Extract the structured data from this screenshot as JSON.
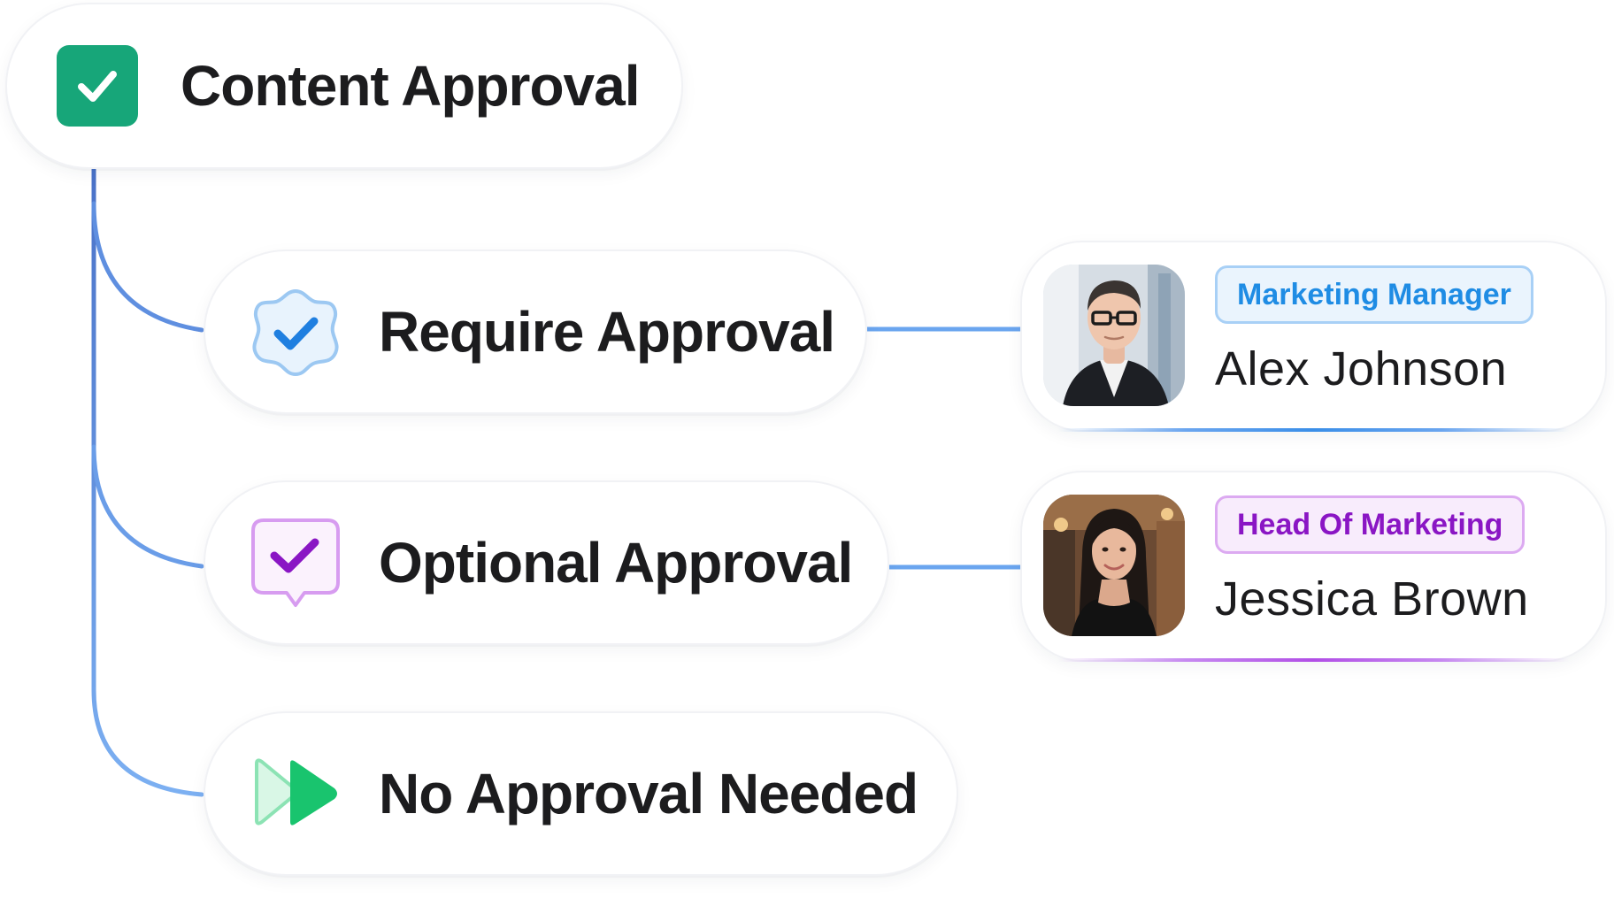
{
  "root": {
    "title": "Content Approval",
    "icon": "checkbox-checked-icon",
    "color": "#17a679"
  },
  "options": [
    {
      "label": "Require Approval",
      "icon": "verified-badge-icon",
      "color": "#1f7fe0"
    },
    {
      "label": "Optional Approval",
      "icon": "chat-check-icon",
      "color": "#8a16c4"
    },
    {
      "label": "No Approval Needed",
      "icon": "fast-forward-icon",
      "color": "#19c46e"
    }
  ],
  "approvers": [
    {
      "role": "Marketing Manager",
      "name": "Alex Johnson",
      "accent": "#1f8ce4"
    },
    {
      "role": "Head Of Marketing",
      "name": "Jessica Brown",
      "accent": "#8a16c4"
    }
  ],
  "colors": {
    "connector": "#5b8fe0",
    "connector_light": "#7aaef0"
  }
}
